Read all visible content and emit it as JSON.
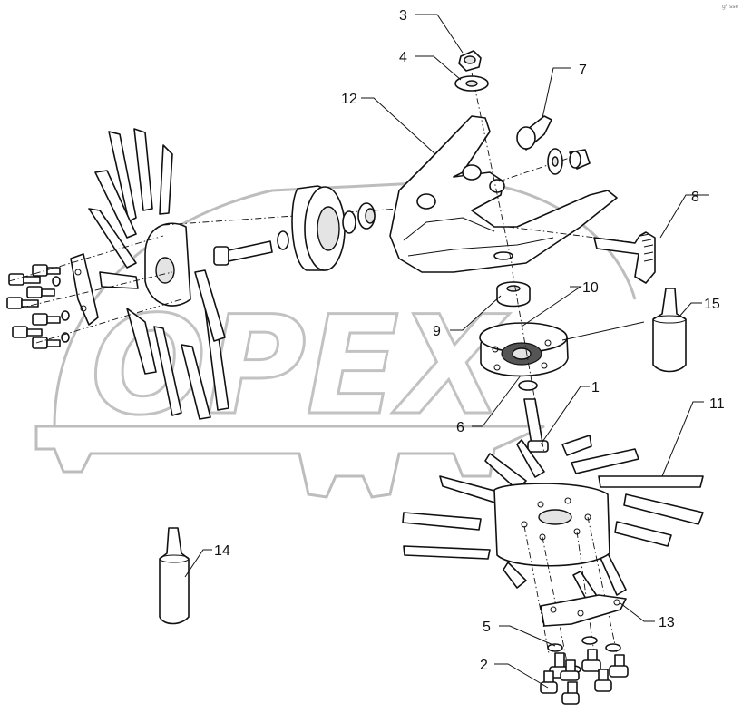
{
  "callouts": [
    {
      "id": "c1",
      "text": "1"
    },
    {
      "id": "c2",
      "text": "2"
    },
    {
      "id": "c3",
      "text": "3"
    },
    {
      "id": "c4",
      "text": "4"
    },
    {
      "id": "c5",
      "text": "5"
    },
    {
      "id": "c6",
      "text": "6"
    },
    {
      "id": "c7",
      "text": "7"
    },
    {
      "id": "c8",
      "text": "8"
    },
    {
      "id": "c9",
      "text": "9"
    },
    {
      "id": "c10",
      "text": "10"
    },
    {
      "id": "c11",
      "text": "11"
    },
    {
      "id": "c12",
      "text": "12"
    },
    {
      "id": "c13",
      "text": "13"
    },
    {
      "id": "c14",
      "text": "14"
    },
    {
      "id": "c15",
      "text": "15"
    }
  ],
  "watermark": {
    "text": "OPEX"
  },
  "corner_mark": "g¹ sse"
}
